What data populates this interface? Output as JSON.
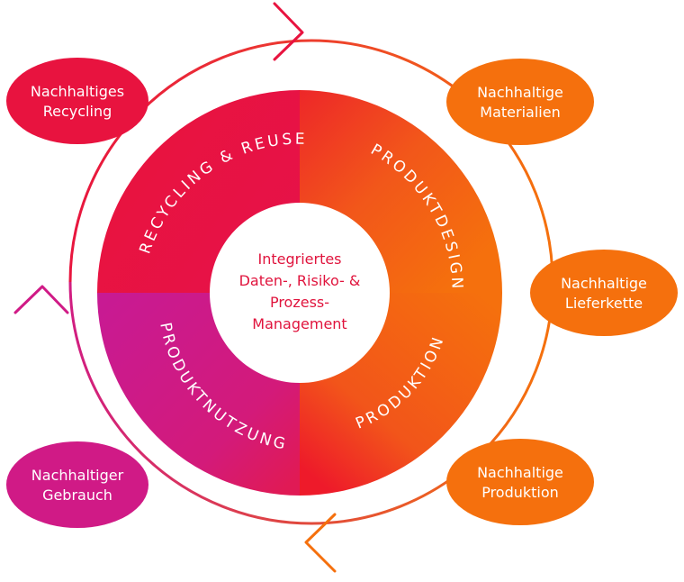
{
  "colors": {
    "red": "#e8133f",
    "magenta": "#d01a86",
    "orange": "#f5700d",
    "center_text": "#e0143d",
    "background": "#ffffff"
  },
  "center": {
    "lines": [
      "Integriertes",
      "Daten-, Risiko- &",
      "Prozess-",
      "Management"
    ]
  },
  "ring_labels": {
    "recycling_reuse": "RECYCLING & REUSE",
    "produktdesign": "PRODUKTDESIGN",
    "produktion": "PRODUKTION",
    "produktnutzung": "PRODUKTNUTZUNG"
  },
  "nodes": {
    "recycling": {
      "line1": "Nachhaltiges",
      "line2": "Recycling",
      "color": "#e8133f"
    },
    "materialien": {
      "line1": "Nachhaltige",
      "line2": "Materialien",
      "color": "#f5700d"
    },
    "lieferkette": {
      "line1": "Nachhaltige",
      "line2": "Lieferkette",
      "color": "#f5700d"
    },
    "produktion": {
      "line1": "Nachhaltige",
      "line2": "Produktion",
      "color": "#f5700d"
    },
    "gebrauch": {
      "line1": "Nachhaltiger",
      "line2": "Gebrauch",
      "color": "#d01a86"
    }
  }
}
